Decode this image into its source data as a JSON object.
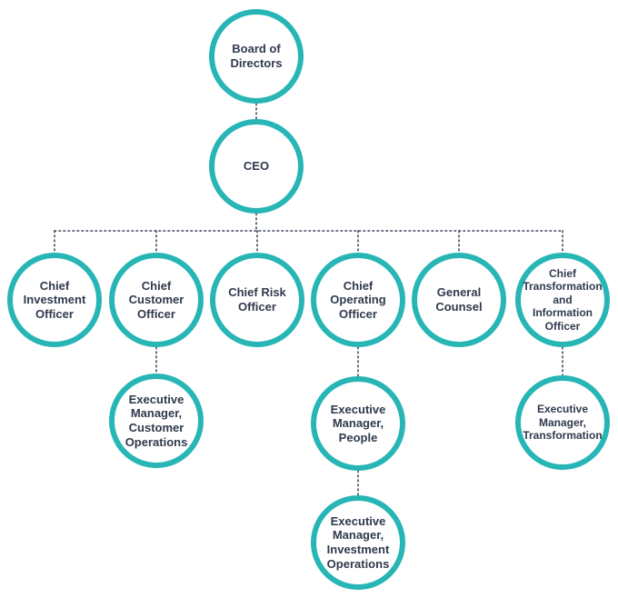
{
  "colors": {
    "node_border": "#27b5b5",
    "node_text": "#2f3a4d",
    "connector": "#3a4658"
  },
  "org": {
    "board": {
      "label": "Board of\nDirectors"
    },
    "ceo": {
      "label": "CEO"
    },
    "chiefs": [
      {
        "id": "cio",
        "label": "Chief\nInvestment\nOfficer"
      },
      {
        "id": "cco",
        "label": "Chief\nCustomer\nOfficer"
      },
      {
        "id": "cro",
        "label": "Chief Risk\nOfficer"
      },
      {
        "id": "coo",
        "label": "Chief\nOperating\nOfficer"
      },
      {
        "id": "gc",
        "label": "General\nCounsel"
      },
      {
        "id": "ctio",
        "label": "Chief\nTransformation\nand\nInformation\nOfficer"
      }
    ],
    "reports": [
      {
        "id": "em-customer-ops",
        "parent": "cco",
        "label": "Executive\nManager,\nCustomer\nOperations"
      },
      {
        "id": "em-people",
        "parent": "coo",
        "label": "Executive\nManager,\nPeople"
      },
      {
        "id": "em-investment-ops",
        "parent": "em-people",
        "label": "Executive\nManager,\nInvestment\nOperations"
      },
      {
        "id": "em-transformation",
        "parent": "ctio",
        "label": "Executive\nManager,\nTransformation"
      }
    ]
  }
}
